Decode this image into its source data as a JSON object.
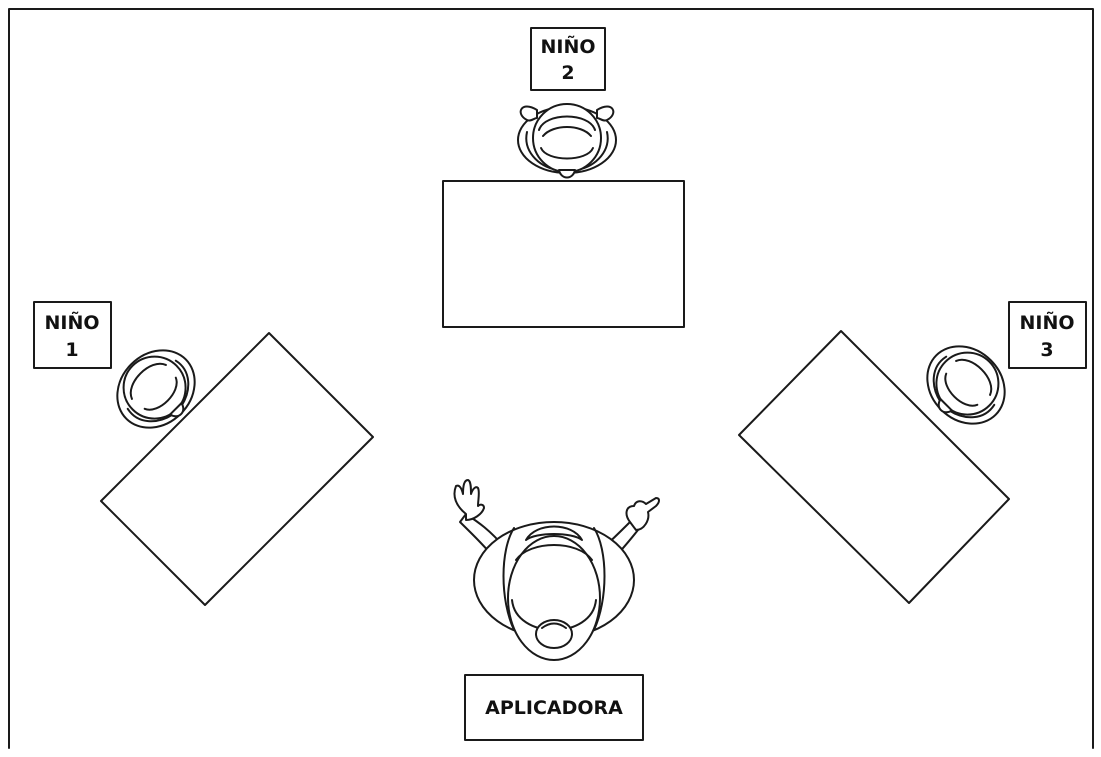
{
  "labels": {
    "child1_line1": "NIÑO",
    "child1_line2": "1",
    "child2_line1": "NIÑO",
    "child2_line2": "2",
    "child3_line1": "NIÑO",
    "child3_line2": "3",
    "applicator": "APLICADORA"
  },
  "colors": {
    "line": "#1a1a1a",
    "background": "#ffffff"
  },
  "icons": {
    "child": "child-top-view-icon",
    "applicator": "adult-top-view-icon"
  }
}
